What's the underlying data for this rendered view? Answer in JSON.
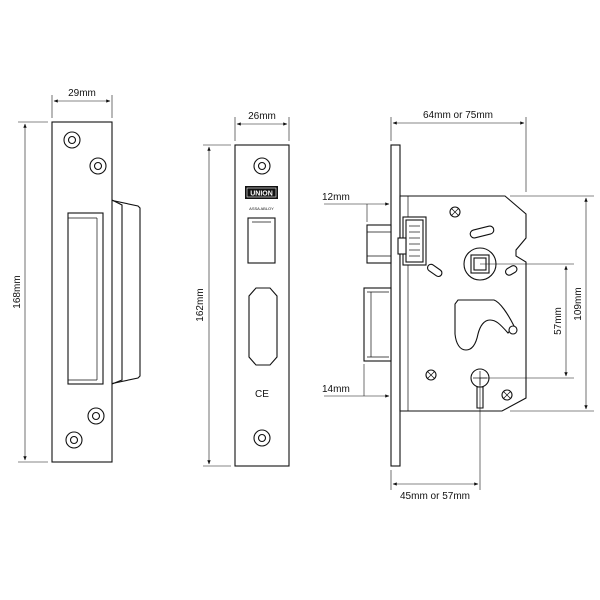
{
  "strike_plate": {
    "width_label": "29mm",
    "height_label": "168mm"
  },
  "forend": {
    "width_label": "26mm",
    "height_label": "162mm",
    "brand_text": "UNION",
    "sub_brand_text": "ASSA ABLOY",
    "ce_mark": "CE"
  },
  "lock_body": {
    "case_width_label": "64mm or 75mm",
    "latch_projection_label": "12mm",
    "bolt_projection_label": "14mm",
    "backset_label": "45mm or 57mm",
    "centres_label": "57mm",
    "case_height_label": "109mm"
  }
}
